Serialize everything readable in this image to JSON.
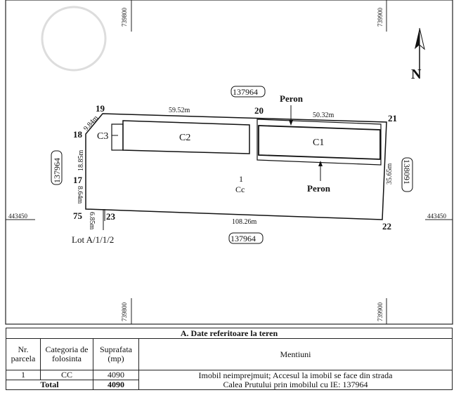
{
  "plan": {
    "grid_x": [
      "739800",
      "739900"
    ],
    "grid_y": "443450",
    "north": "N",
    "neighbor_ie": {
      "top": "137964",
      "left": "137964",
      "bottom": "137964",
      "right": "138091"
    },
    "points": {
      "p19": "19",
      "p20": "20",
      "p21": "21",
      "p18": "18",
      "p17": "17",
      "p75": "75",
      "p23": "23",
      "p22": "22"
    },
    "distances": {
      "d19_20": "59.52m",
      "d20_21": "50.32m",
      "d18_19": "9.84m",
      "d18_17": "18.85m",
      "d17_75": "8.64m",
      "d75_23": "6.85m",
      "d22_75": "108.26m",
      "d21_22": "35.65m"
    },
    "buildings": {
      "c1": "C1",
      "c2": "C2",
      "c3": "C3"
    },
    "peron": "Peron",
    "parcel": {
      "nr": "1",
      "cat": "Cc"
    },
    "lot": "Lot A/1/1/2"
  },
  "table": {
    "title": "A. Date referitoare la teren",
    "headers": {
      "nr": "Nr. parcela",
      "cat": "Categoria de folosinta",
      "sup": "Suprafata (mp)",
      "men": "Mentiuni"
    },
    "rows": [
      {
        "nr": "1",
        "cat": "CC",
        "sup": "4090"
      }
    ],
    "mentiuni": "Imobil neimprejmuit; Accesul la imobil se face din strada Calea Prutului prin imobilul cu IE: 137964",
    "total_label": "Total",
    "total_value": "4090"
  }
}
